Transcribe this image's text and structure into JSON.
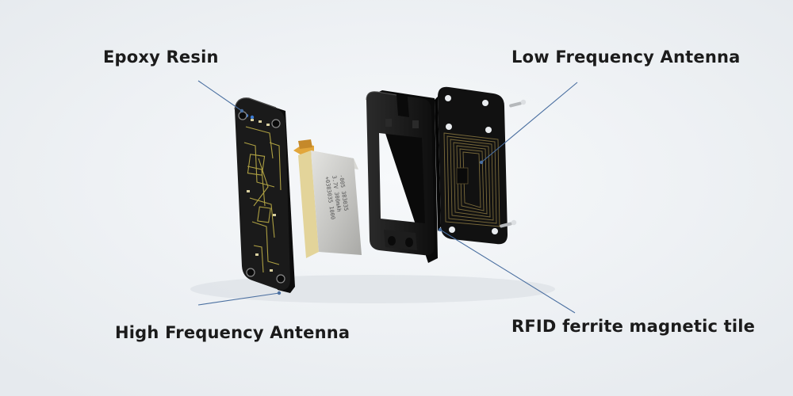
{
  "labels": {
    "epoxy_resin": "Epoxy Resin",
    "low_frequency_antenna": "Low Frequency Antenna",
    "high_frequency_antenna": "High Frequency Antenna",
    "rfid_ferrite_tile": "RFID ferrite magnetic tile"
  },
  "battery_text": {
    "line1": "-005 383035",
    "line2": "3.7V 300mAh",
    "line3": "+0383035 1000"
  },
  "colors": {
    "background": "#eef1f4",
    "pcb": "#1a1a1a",
    "pcb_trace": "#c8b84a",
    "battery": "#c9c9c6",
    "battery_tab": "#e2a63a",
    "frame": "#151515",
    "ferrite": "#111111",
    "coil": "#7a6a3a",
    "leader_line": "#4a6fa0",
    "label_text": "#1b1b1b"
  }
}
